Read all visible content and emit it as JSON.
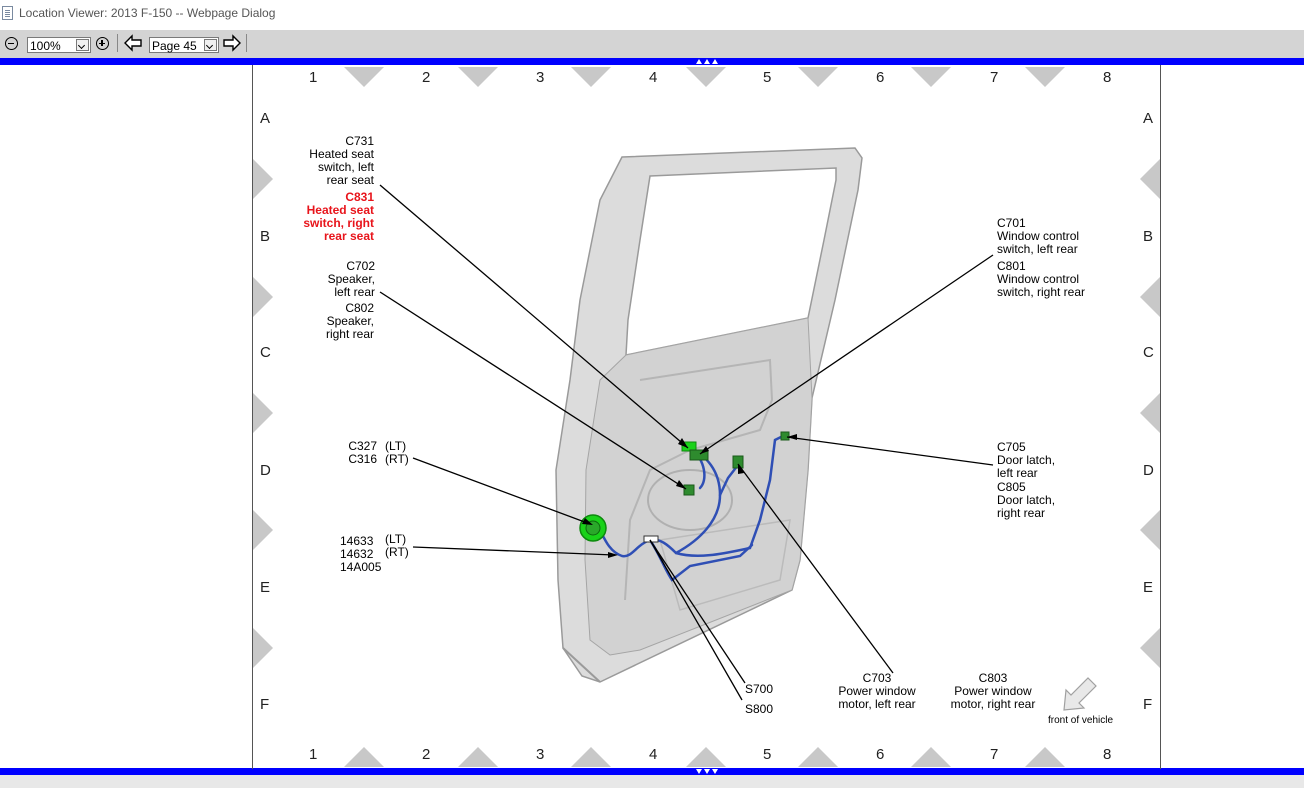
{
  "window": {
    "title": "Location Viewer: 2013 F-150 -- Webpage Dialog"
  },
  "toolbar": {
    "zoom_value": "100%",
    "page_value": "Page 45"
  },
  "grid": {
    "columns": [
      "1",
      "2",
      "3",
      "4",
      "5",
      "6",
      "7",
      "8"
    ],
    "rows": [
      "A",
      "B",
      "C",
      "D",
      "E",
      "F"
    ]
  },
  "labels": {
    "c731": [
      "C731",
      "Heated seat",
      "switch, left",
      "rear seat"
    ],
    "c831": [
      "C831",
      "Heated seat",
      "switch, right",
      "rear seat"
    ],
    "c702": [
      "C702",
      "Speaker,",
      "left rear"
    ],
    "c802": [
      "C802",
      "Speaker,",
      "right rear"
    ],
    "c327": [
      "C327",
      "C316"
    ],
    "c327_side": [
      "(LT)",
      "(RT)"
    ],
    "c14633": [
      "14633",
      "14632",
      "14A005"
    ],
    "c14633_side": [
      "(LT)",
      "(RT)"
    ],
    "c701": [
      "C701",
      "Window control",
      "switch, left rear"
    ],
    "c801": [
      "C801",
      "Window control",
      "switch, right rear"
    ],
    "c705": [
      "C705",
      "Door latch,",
      "left rear"
    ],
    "c805": [
      "C805",
      "Door latch,",
      "right rear"
    ],
    "c703": [
      "C703",
      "Power window",
      "motor, left rear"
    ],
    "c803": [
      "C803",
      "Power window",
      "motor, right rear"
    ],
    "s700": "S700",
    "s800": "S800",
    "front": "front of vehicle"
  },
  "colors": {
    "accent_band": "#0000ff",
    "highlight": "#e8141b",
    "connector": "#2e8b2e",
    "harness": "#2f4fb5"
  }
}
